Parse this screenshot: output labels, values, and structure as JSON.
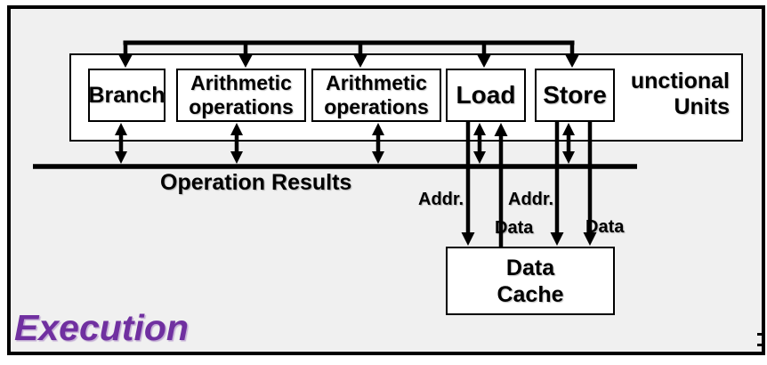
{
  "slide": {
    "title": "Execution",
    "colors": {
      "title": "#7030A0",
      "slide_background": "#f0f0f0",
      "diagram_ink": "#000000",
      "box_fill": "#ffffff"
    }
  },
  "functional_units": {
    "caption_line1": "unctional",
    "caption_line2": "Units",
    "units": [
      {
        "name": "branch",
        "line1": "Branch"
      },
      {
        "name": "arithmetic-1",
        "line1": "Arithmetic",
        "line2": "operations"
      },
      {
        "name": "arithmetic-2",
        "line1": "Arithmetic",
        "line2": "operations"
      },
      {
        "name": "load",
        "line1": "Load"
      },
      {
        "name": "store",
        "line1": "Store"
      }
    ]
  },
  "bus": {
    "label": "Operation Results"
  },
  "data_cache": {
    "line1": "Data",
    "line2": "Cache"
  },
  "edge_labels": {
    "load_addr": "Addr.",
    "store_addr": "Addr.",
    "load_data": "Data",
    "store_data": "Data"
  }
}
